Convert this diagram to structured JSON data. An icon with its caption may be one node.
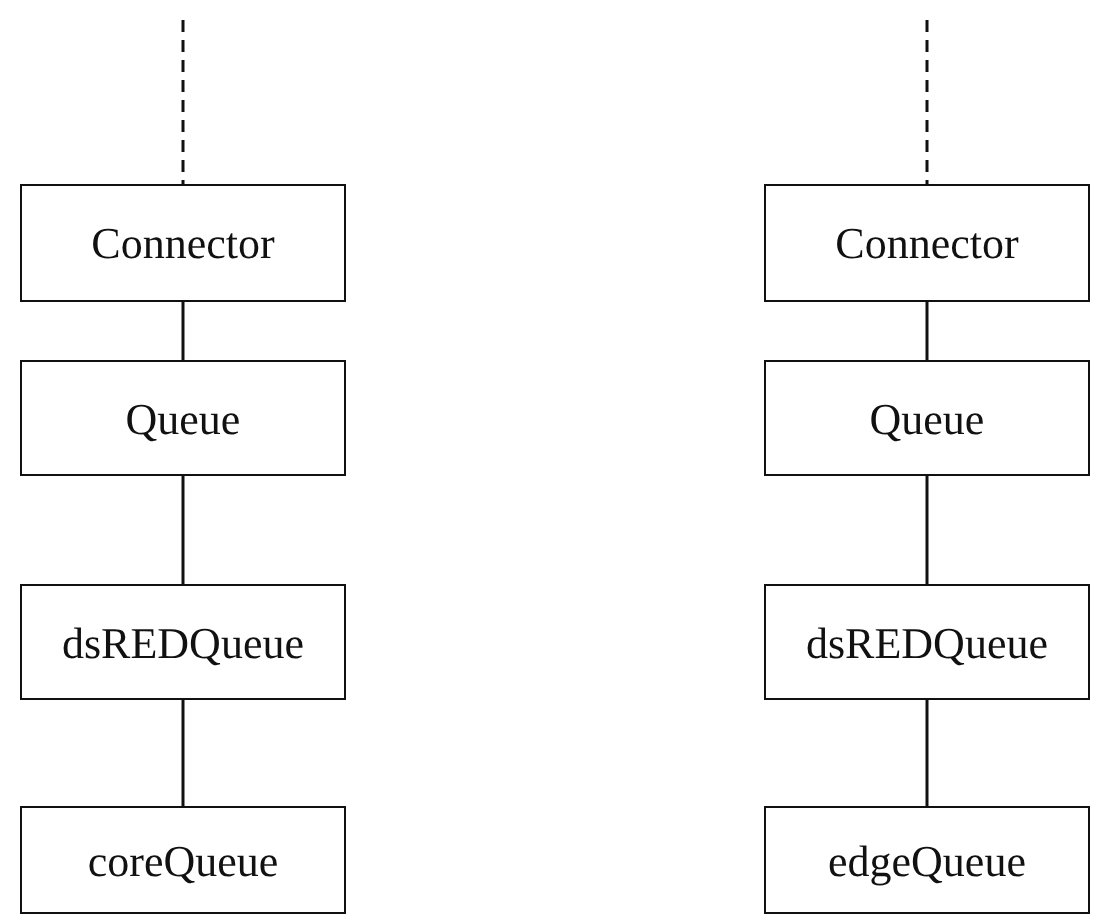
{
  "diagram": {
    "nodes": [
      {
        "text": [
          "Connector"
        ]
      },
      {
        "text": [
          "Queue"
        ]
      },
      {
        "text": [
          "dsREDQueue"
        ]
      },
      {
        "text": [
          "coreQueue"
        ]
      },
      {
        "text": [
          "Connector"
        ]
      },
      {
        "text": [
          "Queue"
        ]
      },
      {
        "text": [
          "dsREDQueue"
        ]
      },
      {
        "text": [
          "edgeQueue"
        ]
      }
    ],
    "edges": [
      {
        "from": null,
        "to": 0,
        "arrow": "none",
        "style": "dashed"
      },
      {
        "from": 0,
        "to": 1,
        "arrow": "none"
      },
      {
        "from": 1,
        "to": 2,
        "arrow": "none"
      },
      {
        "from": 2,
        "to": 3,
        "arrow": "none"
      },
      {
        "from": null,
        "to": 4,
        "arrow": "none",
        "style": "dashed"
      },
      {
        "from": 4,
        "to": 5,
        "arrow": "none"
      },
      {
        "from": 5,
        "to": 6,
        "arrow": "none"
      },
      {
        "from": 6,
        "to": 7,
        "arrow": "none"
      }
    ]
  }
}
